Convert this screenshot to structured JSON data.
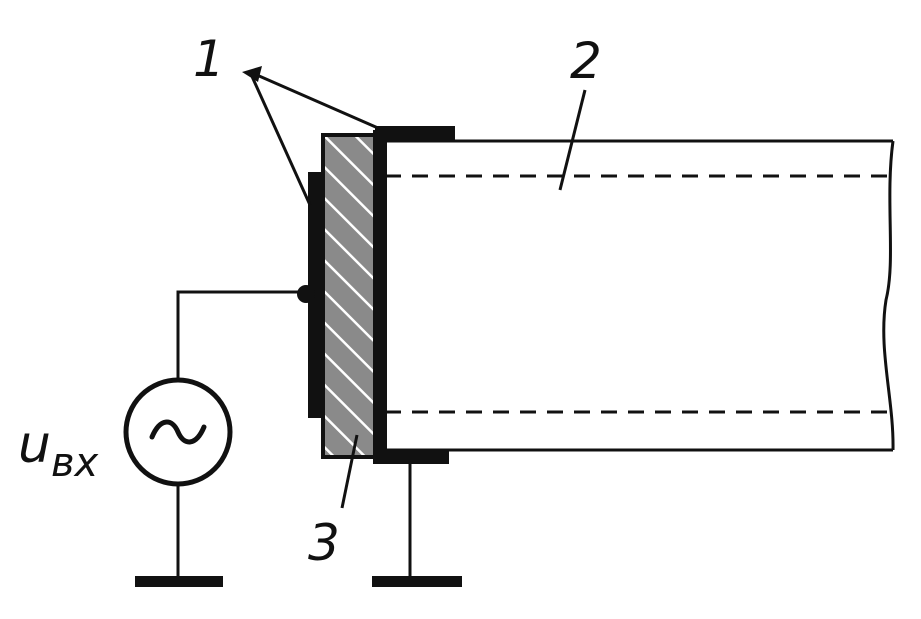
{
  "labels": {
    "electrodes": "1",
    "waveguide": "2",
    "transducer": "3",
    "input_voltage_main": "u",
    "input_voltage_sub": "вх"
  },
  "source_symbol": "~",
  "colors": {
    "ink": "#111111",
    "hatch_fill": "#8a8a8a",
    "background": "#ffffff"
  }
}
